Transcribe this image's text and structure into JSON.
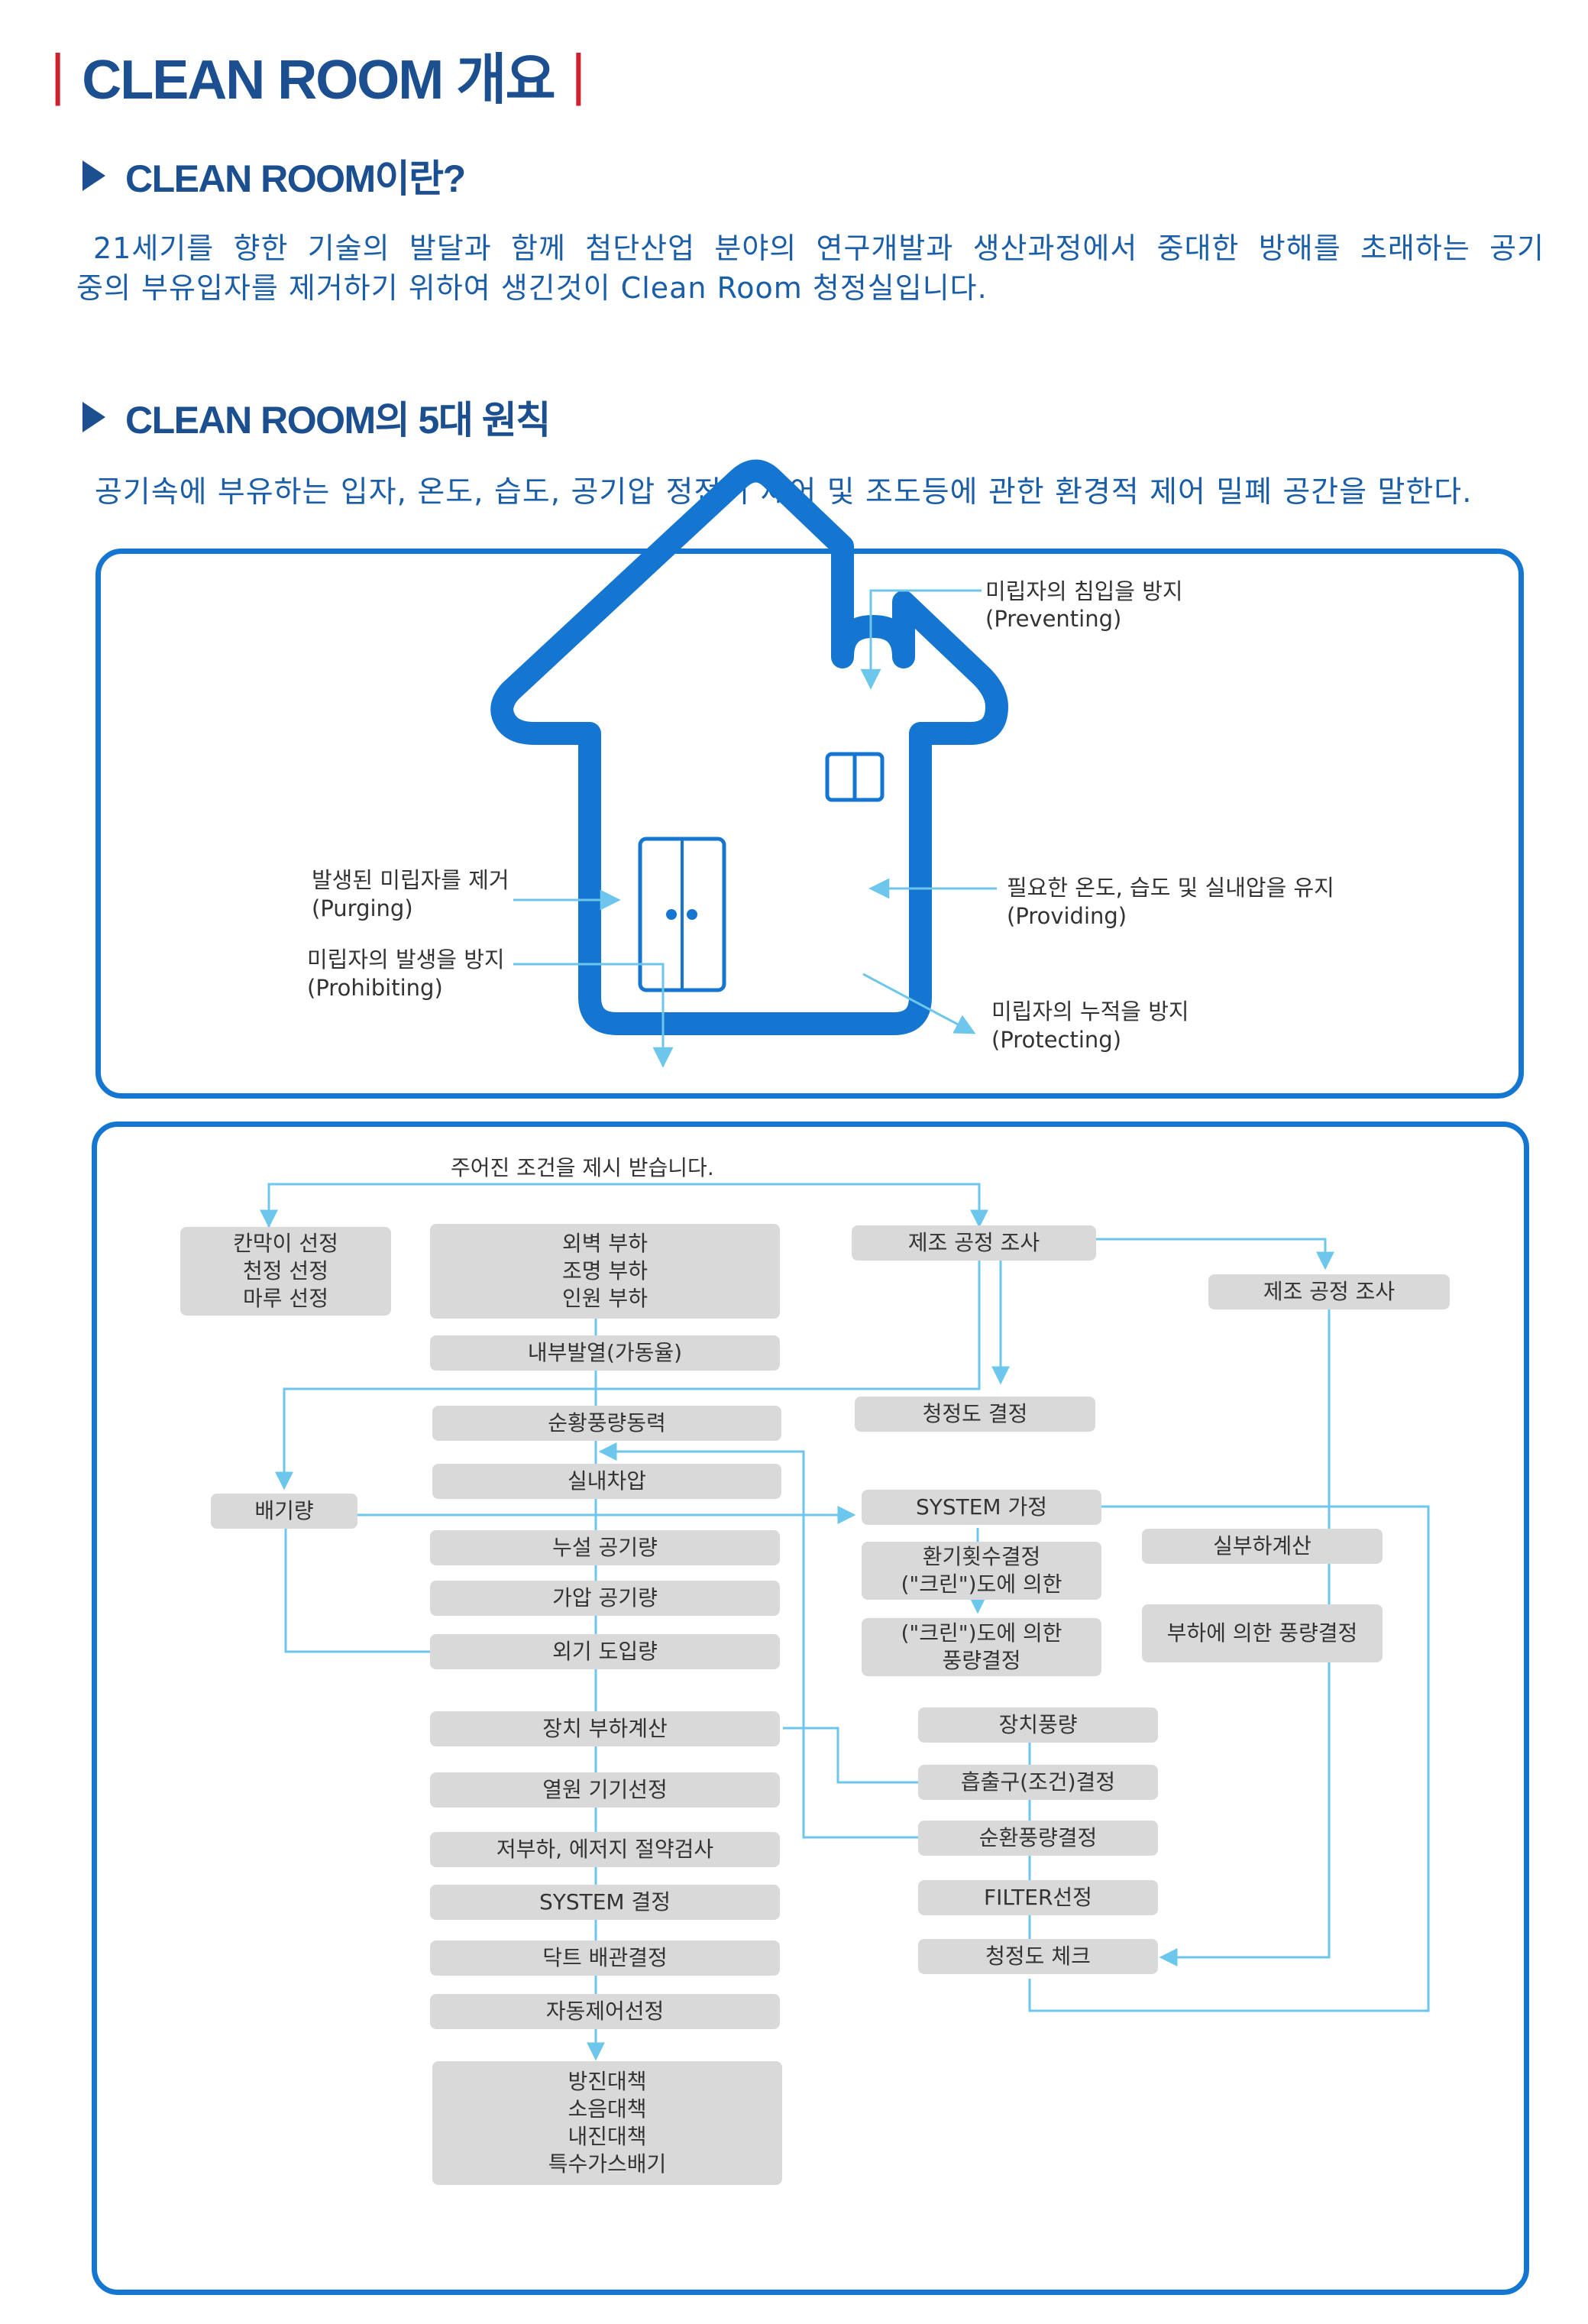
{
  "header": {
    "title": "CLEAN ROOM 개요",
    "bar_left": "|",
    "bar_right": "|"
  },
  "section1": {
    "title": "CLEAN ROOM이란?",
    "lines": [
      "21세기를 향한 기술의 발달과 함께 첨단산업 분야의 연구개발과 생산과정에서 중대한 방해를 초래하는 공기",
      "중의 부유입자를 제거하기 위하여 생긴것이 Clean Room 청정실입니다."
    ]
  },
  "section2": {
    "title": "CLEAN ROOM의 5대 원칙",
    "subtitle": "공기속에 부유하는 입자, 온도, 습도, 공기압 정전기 제어 및 조도등에 관한 환경적 제어 밀폐 공간을 말한다."
  },
  "principles": {
    "preventing": {
      "ko": "미립자의 침입을 방지",
      "en": "(Preventing)"
    },
    "purging": {
      "ko": "발생된 미립자를 제거",
      "en": "(Purging)"
    },
    "prohibiting": {
      "ko": "미립자의 발생을 방지",
      "en": "(Prohibiting)"
    },
    "providing": {
      "ko": "필요한 온도, 습도 및 실내압을 유지",
      "en": "(Providing)"
    },
    "protecting": {
      "ko": "미립자의 누적을 방지",
      "en": "(Protecting)"
    }
  },
  "flow": {
    "top_label": "주어진 조건을 제시 받습니다.",
    "boxes": {
      "ceiling": [
        "칸막이 선정",
        "천정 선정",
        "마루 선정"
      ],
      "loads": [
        "외벽 부하",
        "조명 부하",
        "인원 부하"
      ],
      "internal_heat": "내부발열(가동율)",
      "circulation_power": "순황풍량동력",
      "room_pressure": "실내차압",
      "leak_air": "누설 공기량",
      "press_air": "가압 공기량",
      "outside_air": "외기 도입량",
      "equip_load": "장치 부하계산",
      "heat_source": "열원 기기선정",
      "low_load": "저부하, 에저지 절약검사",
      "system_decide": "SYSTEM 결정",
      "duct": "닥트 배관결정",
      "auto_control": "자동제어선정",
      "final": [
        "방진대책",
        "소음대책",
        "내진대책",
        "특수가스배기"
      ],
      "process_survey": "제조 공정 조사",
      "process_survey_2": "제조 공정 조사",
      "cleanliness": "청정도 결정",
      "exhaust": "배기량",
      "system_assume": "SYSTEM 가정",
      "air_change": [
        "환기횟수결정",
        "(\"크린\")도에 의한"
      ],
      "clean_airflow": [
        "(\"크린\")도에 의한",
        "풍량결정"
      ],
      "actual_load": "실부하계산",
      "load_airflow": "부하에 의한 풍량결정",
      "equip_airflow": "장치풍량",
      "outlet": "흡출구(조건)결정",
      "circ_airflow": "순환풍량결정",
      "filter": "FILTER선정",
      "clean_check": "청정도 체크"
    }
  }
}
